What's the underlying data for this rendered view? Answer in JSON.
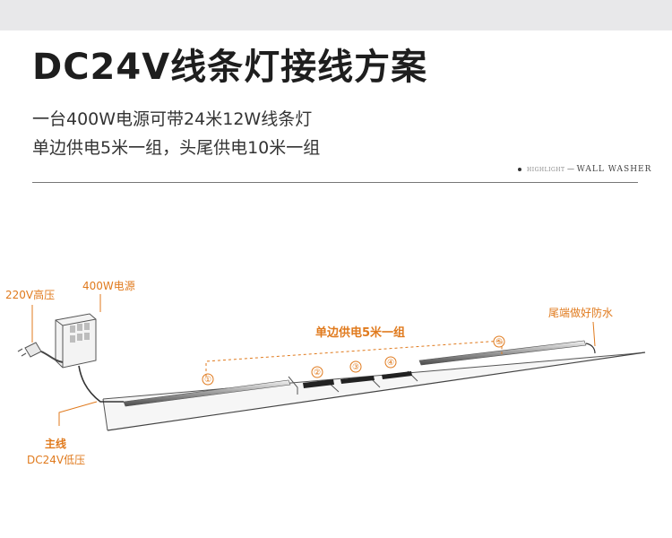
{
  "title": "DC24V线条灯接线方案",
  "description": {
    "line1": "一台400W电源可带24米12W线条灯",
    "line2": "单边供电5米一组，头尾供电10米一组"
  },
  "tagline": {
    "small": "HIGHLIGHT",
    "big": "WALL WASHER"
  },
  "diagram": {
    "input_label": "220V高压",
    "psu_label": "400W电源",
    "group_label": "单边供电5米一组",
    "waterproof_label": "尾端做好防水",
    "main_line_label": "主线",
    "low_voltage_label": "DC24V低压",
    "segments": [
      "①",
      "②",
      "③",
      "④",
      "⑤"
    ]
  },
  "colors": {
    "accent": "#e07a1d",
    "text": "#1e1e1e",
    "band": "#e8e8ea"
  }
}
